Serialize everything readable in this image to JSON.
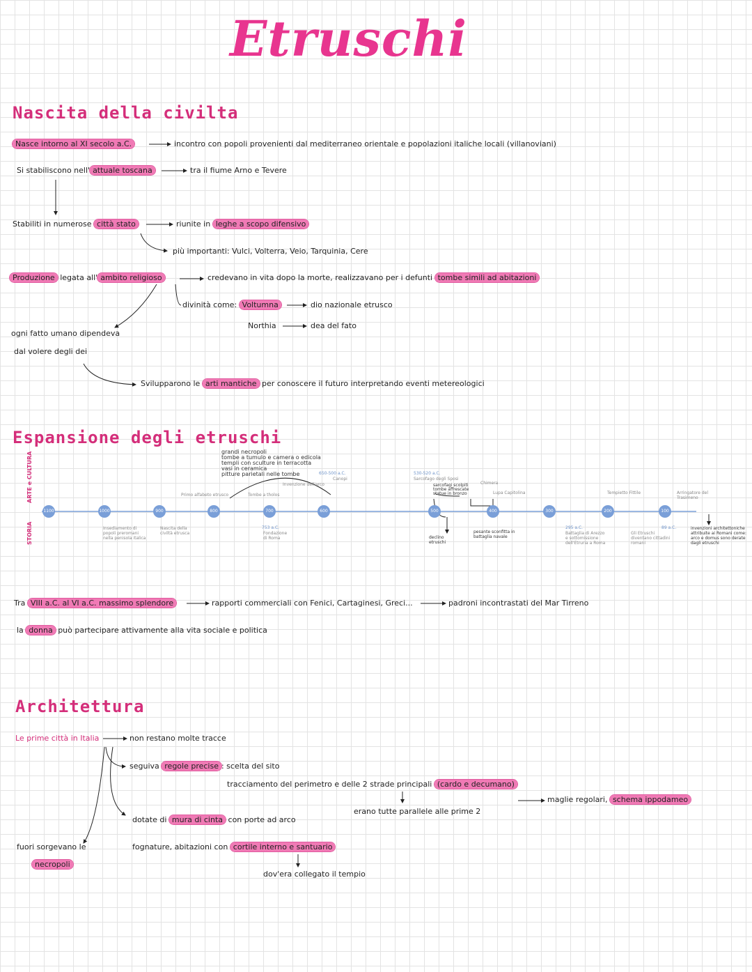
{
  "title": "Etruschi",
  "sections": {
    "nascita": {
      "heading": "Nascita della civilta",
      "l1_a": "Nasce intorno al XI secolo a.C.",
      "l1_b": "incontro con popoli provenienti dal mediterraneo orientale e popolazioni italiche locali (villanoviani)",
      "l2_pre": "Si stabiliscono nell'",
      "l2_hl": "attuale toscana",
      "l2_b": "tra il fiume Arno e Tevere",
      "l3_pre": "Stabiliti in numerose",
      "l3_hl": "città stato",
      "l3_b_pre": "riunite in",
      "l3_b_hl": "leghe a scopo difensivo",
      "l4": "più importanti: Vulci, Volterra, Veio, Tarquinia, Cere",
      "l5_hl1": "Produzione",
      "l5_mid": "legata all'",
      "l5_hl2": "ambito religioso",
      "l5_b": "credevano in vita dopo la morte, realizzavano per i defunti",
      "l5_b_hl": "tombe simili ad abitazioni",
      "l6_pre": "divinità come:",
      "l6_hl": "Voltumna",
      "l6_b": "dio nazionale etrusco",
      "l7_a": "Northia",
      "l7_b": "dea del fato",
      "l8": "ogni fatto umano dipendeva",
      "l9": "dal volere degli dei",
      "l10_pre": "Svilupparono le",
      "l10_hl": "arti mantiche",
      "l10_b": "per conoscere il futuro interpretando eventi metereologici"
    },
    "espansione": {
      "heading": "Espansione degli etruschi",
      "label_top": "ARTE e CULTURA",
      "label_bottom": "STORIA",
      "ticks": [
        "1100",
        "1000",
        "900",
        "800",
        "700",
        "600",
        "500",
        "400",
        "300",
        "200",
        "100"
      ],
      "top_notes": [
        "Primo alfabeto etrusco",
        "Tombe a tholos",
        "Invenzione dell'arco",
        "650-500 a.C.",
        "Canopi",
        "530-520 a.C.",
        "Sarcofago degli Sposi",
        "Chimera",
        "Lupa Capitolina",
        "Tempietto Fittile",
        "Arringatore del Trasimeno"
      ],
      "list_top": [
        "grandi necropoli",
        "tombe a tumulo e camera o edicola",
        "templi con sculture in terracotta",
        "vasi in ceramica",
        "pitture parietali nelle tombe"
      ],
      "list_mid": [
        "sarcofagi scolpiti",
        "tombe affrescate",
        "statue in bronzo"
      ],
      "bottom_notes": [
        "Insediamento di popoli preromani nella penisola italica",
        "Nascita della civiltà etrusca",
        "753 a.C.",
        "Fondazione di Roma",
        "declino etruschi",
        "pesante sconfitta in battaglia navale",
        "295 a.C.",
        "Battaglia di Arezzo e sottomissione dell'Etruria a Roma",
        "89 a.C.",
        "Gli Etruschi diventano cittadini romani",
        "invenzioni architettoniche attribuite ai Romani come: arco e domus sono derate dagli etruschi"
      ],
      "s1_pre": "Tra",
      "s1_hl": "VIII a.C. al VI a.C. massimo splendore",
      "s1_b": "rapporti commerciali con Fenici, Cartaginesi, Greci...",
      "s1_c": "padroni incontrastati del Mar Tirreno",
      "s2_pre": "la",
      "s2_hl": "donna",
      "s2_b": "può partecipare attivamente alla vita sociale e politica"
    },
    "architettura": {
      "heading": "Architettura",
      "a1": "Le prime città in Italia",
      "a1_b": "non restano molte tracce",
      "a2_pre": "seguiva",
      "a2_hl": "regole precise",
      "a2_b": ": scelta del sito",
      "a3": "tracciamento del perimetro e delle 2 strade principali",
      "a3_hl": "(cardo e decumano)",
      "a3_b": "maglie regolari,",
      "a3_b_hl": "schema ippodameo",
      "a4": "erano tutte parallele alle prime 2",
      "a5_pre": "dotate di",
      "a5_hl": "mura di cinta",
      "a5_b": "con porte ad arco",
      "a6_pre": "fognature, abitazioni con",
      "a6_hl": "cortile interno e santuario",
      "a7": "dov'era collegato il tempio",
      "a8": "fuori sorgevano le",
      "a8_hl": "necropoli"
    }
  }
}
